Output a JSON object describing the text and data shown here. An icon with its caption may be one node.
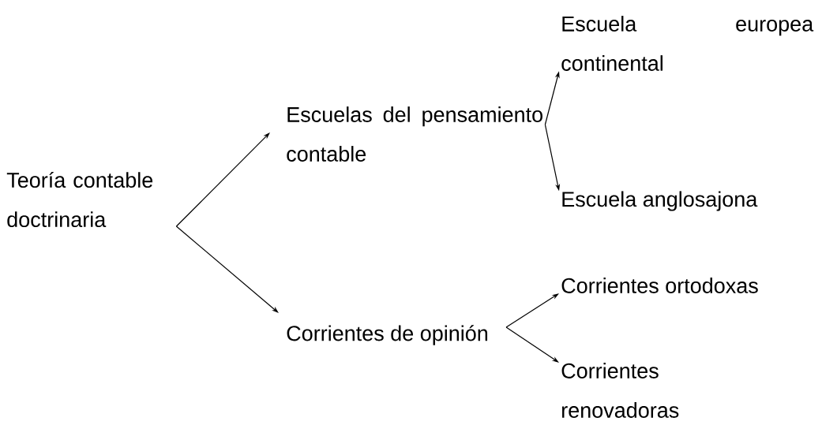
{
  "diagram": {
    "nodes": [
      {
        "text": [
          "Teoría contable doctrinaria"
        ]
      },
      {
        "text": [
          "Escuelas del pensamiento contable"
        ]
      },
      {
        "text": [
          "Corrientes de opinión"
        ]
      },
      {
        "text": [
          "Escuela europea continental"
        ]
      },
      {
        "text": [
          "Escuela anglosajona"
        ]
      },
      {
        "text": [
          "Corrientes ortodoxas"
        ]
      },
      {
        "text": [
          "Corrientes renovadoras"
        ]
      }
    ],
    "edges": [
      {
        "from": 0,
        "to": 1,
        "arrow": "to"
      },
      {
        "from": 0,
        "to": 2,
        "arrow": "to"
      },
      {
        "from": 1,
        "to": 3,
        "arrow": "to"
      },
      {
        "from": 1,
        "to": 4,
        "arrow": "to"
      },
      {
        "from": 2,
        "to": 5,
        "arrow": "to"
      },
      {
        "from": 2,
        "to": 6,
        "arrow": "to"
      }
    ]
  }
}
